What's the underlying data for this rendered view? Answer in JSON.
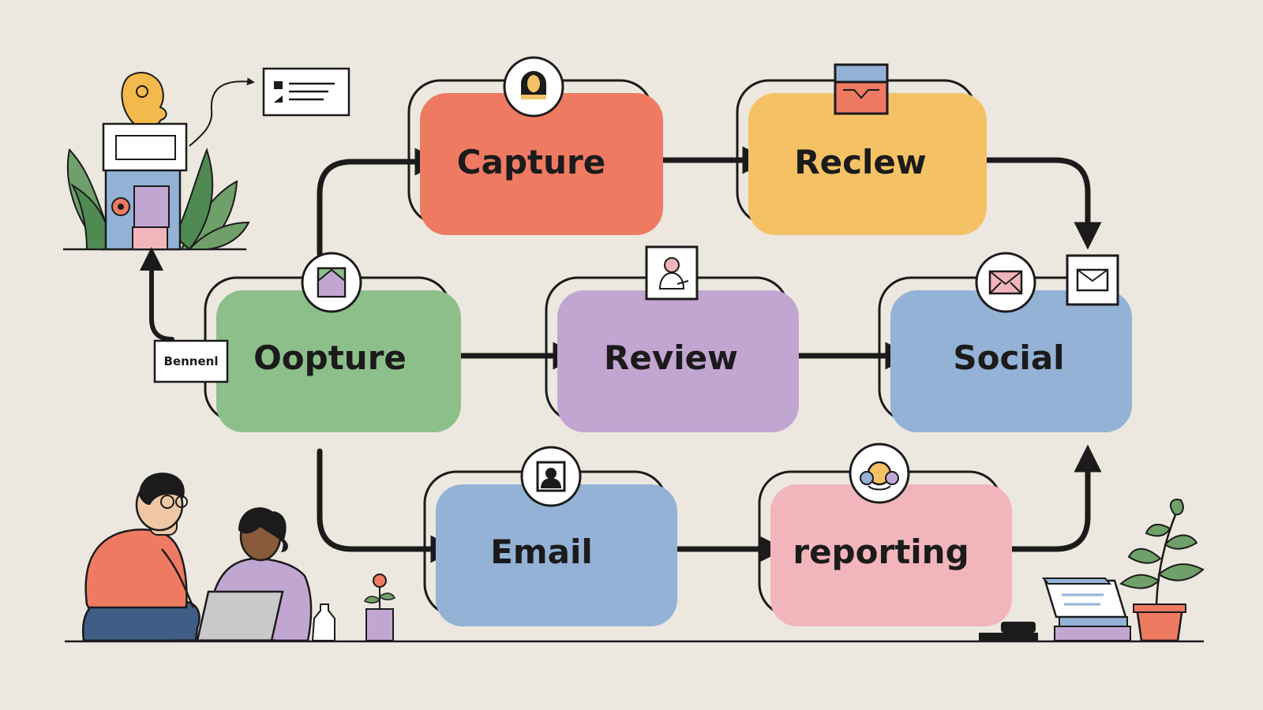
{
  "diagram": {
    "background": "#ece8df",
    "ink": "#1b1b1b",
    "nodes": [
      {
        "id": "capture",
        "label": "Capture",
        "color": "#ee7a62",
        "icon": "user-silhouette-icon"
      },
      {
        "id": "reclew",
        "label": "Reclew",
        "color": "#f4c265",
        "icon": "card-icon"
      },
      {
        "id": "oopture",
        "label": "Oopture",
        "color": "#8dbf8b",
        "icon": "image-icon"
      },
      {
        "id": "review",
        "label": "Review",
        "color": "#c2a6d2",
        "icon": "reviewer-icon"
      },
      {
        "id": "social",
        "label": "Social",
        "color": "#93b2d6",
        "icon": "envelope-icon"
      },
      {
        "id": "email",
        "label": "Email",
        "color": "#93b2d6",
        "icon": "contact-card-icon"
      },
      {
        "id": "reporting",
        "label": "reporting",
        "color": "#f2b5bc",
        "icon": "team-icon"
      }
    ],
    "edges": [
      {
        "from": "oopture",
        "to": "capture"
      },
      {
        "from": "capture",
        "to": "reclew"
      },
      {
        "from": "reclew",
        "to": "social"
      },
      {
        "from": "oopture",
        "to": "review"
      },
      {
        "from": "review",
        "to": "social"
      },
      {
        "from": "oopture",
        "to": "email"
      },
      {
        "from": "email",
        "to": "reporting"
      },
      {
        "from": "reporting",
        "to": "social"
      },
      {
        "from": "oopture",
        "to": "storefront"
      }
    ],
    "side_tag": "Bennenl",
    "decorations": [
      "storefront-illustration",
      "people-at-laptop-illustration",
      "potted-plant-illustration",
      "desk-items-illustration",
      "form-card-icon"
    ]
  }
}
